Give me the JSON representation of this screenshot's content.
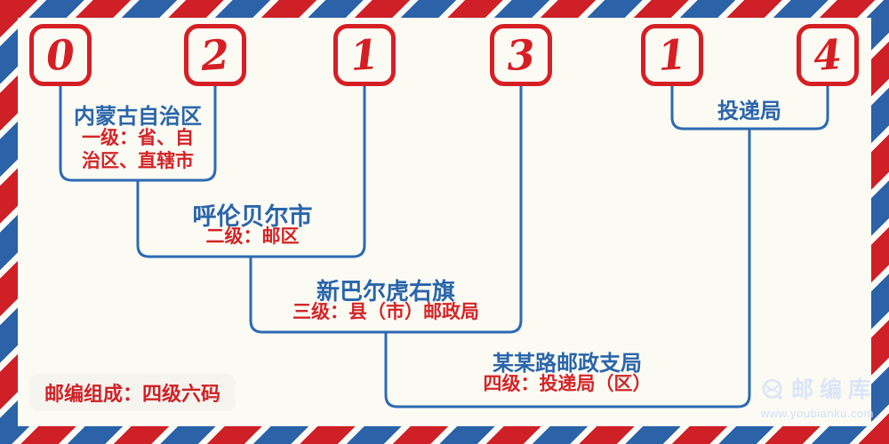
{
  "postal_code": {
    "digits": [
      "0",
      "2",
      "1",
      "3",
      "1",
      "4"
    ]
  },
  "levels": [
    {
      "title": "内蒙古自治区",
      "desc": "一级：省、自\n治区、直辖市"
    },
    {
      "title": "呼伦贝尔市",
      "desc": "二级：邮区"
    },
    {
      "title": "新巴尔虎右旗",
      "desc": "三级：县（市）邮政局"
    },
    {
      "title": "某某路邮政支局",
      "desc": "四级：投递局（区）"
    }
  ],
  "delivery_office_label": "投递局",
  "footer_note": "邮编组成：四级六码",
  "watermark": {
    "brand": "邮编库",
    "url": "www.youbianku.com"
  },
  "colors": {
    "stripe_red": "#ce2026",
    "stripe_blue": "#2b62a8",
    "digit_red": "#d61f24",
    "title_blue": "#2a65aa",
    "desc_red": "#d32427",
    "line_blue": "#2c6ab2",
    "background": "#fbfbf4",
    "watermark_blue": "#dbe5f7"
  }
}
